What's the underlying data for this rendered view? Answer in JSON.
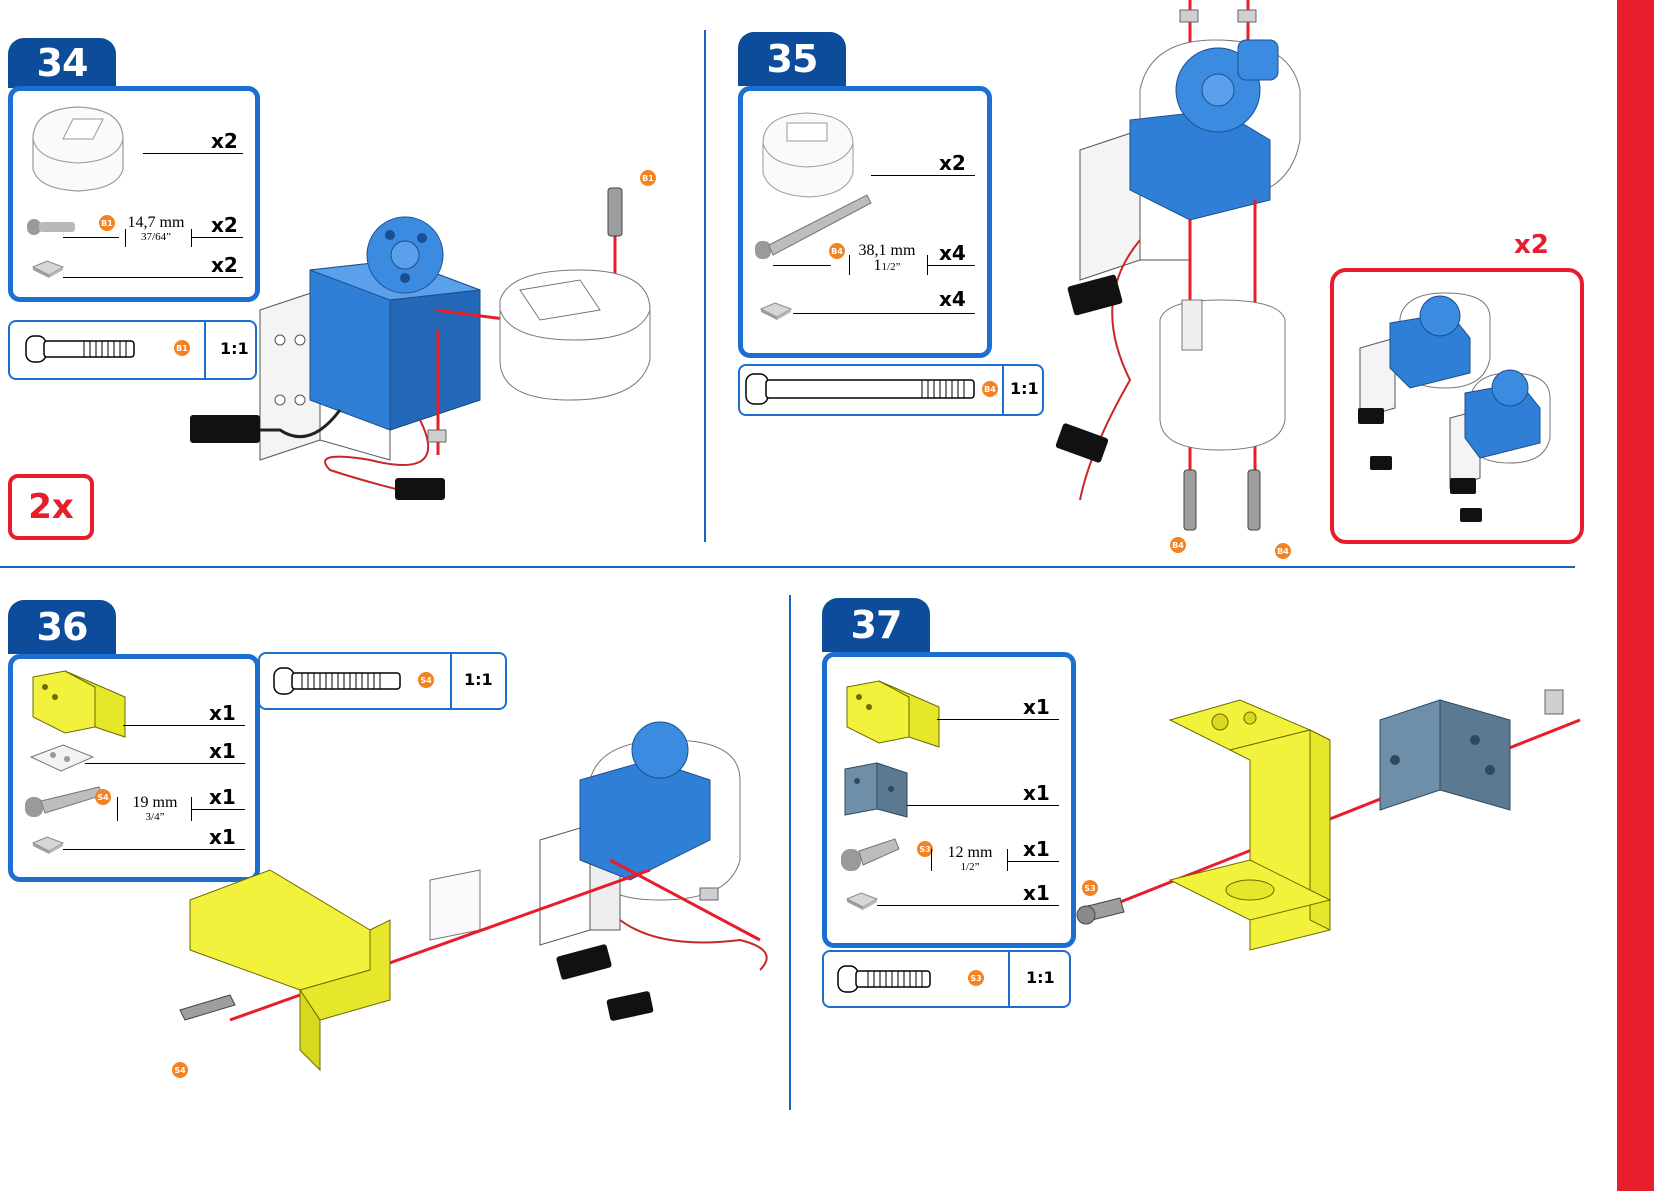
{
  "steps": [
    {
      "number": "34",
      "parts": [
        {
          "qty": "x2",
          "icon": "round-bracket-part-icon"
        },
        {
          "qty": "x2",
          "icon": "screw-icon",
          "badge": "B1",
          "dim_mm": "14,7 mm",
          "dim_in": "37/64”"
        },
        {
          "qty": "x2",
          "icon": "square-nut-icon"
        }
      ],
      "scale": {
        "badge": "B1",
        "ratio": "1:1"
      },
      "repeat": "2x",
      "illustration_badges": [
        "B1"
      ]
    },
    {
      "number": "35",
      "parts": [
        {
          "qty": "x2",
          "icon": "round-bracket-part-icon"
        },
        {
          "qty": "x4",
          "icon": "long-screw-icon",
          "badge": "B4",
          "dim_mm": "38,1 mm",
          "dim_in_whole": "1",
          "dim_in_frac": "1/2”"
        },
        {
          "qty": "x4",
          "icon": "square-nut-icon"
        }
      ],
      "scale": {
        "badge": "B4",
        "ratio": "1:1"
      },
      "inset_mult": "x2",
      "illustration_badges": [
        "B4",
        "B4"
      ]
    },
    {
      "number": "36",
      "parts": [
        {
          "qty": "x1",
          "icon": "yellow-bracket-icon"
        },
        {
          "qty": "x1",
          "icon": "white-plate-icon"
        },
        {
          "qty": "x1",
          "icon": "screw-icon",
          "badge": "S4",
          "dim_mm": "19 mm",
          "dim_in": "3/4”"
        },
        {
          "qty": "x1",
          "icon": "square-nut-icon"
        }
      ],
      "scale": {
        "badge": "S4",
        "ratio": "1:1"
      },
      "illustration_badges": [
        "S4"
      ]
    },
    {
      "number": "37",
      "parts": [
        {
          "qty": "x1",
          "icon": "yellow-bracket-icon"
        },
        {
          "qty": "x1",
          "icon": "gray-bracket-icon"
        },
        {
          "qty": "x1",
          "icon": "screw-icon",
          "badge": "S3",
          "dim_mm": "12 mm",
          "dim_in": "1/2”"
        },
        {
          "qty": "x1",
          "icon": "square-nut-icon"
        }
      ],
      "scale": {
        "badge": "S3",
        "ratio": "1:1"
      },
      "illustration_badges": [
        "S3"
      ]
    }
  ],
  "colors": {
    "step_tab": "#0d4c9a",
    "frame_border": "#1a6fd0",
    "accent_red": "#e71d2b",
    "badge_orange": "#f58220",
    "servo_blue": "#2f7fd6",
    "bracket_yellow": "#f2f23c",
    "bracket_gray": "#6f8fa8"
  }
}
